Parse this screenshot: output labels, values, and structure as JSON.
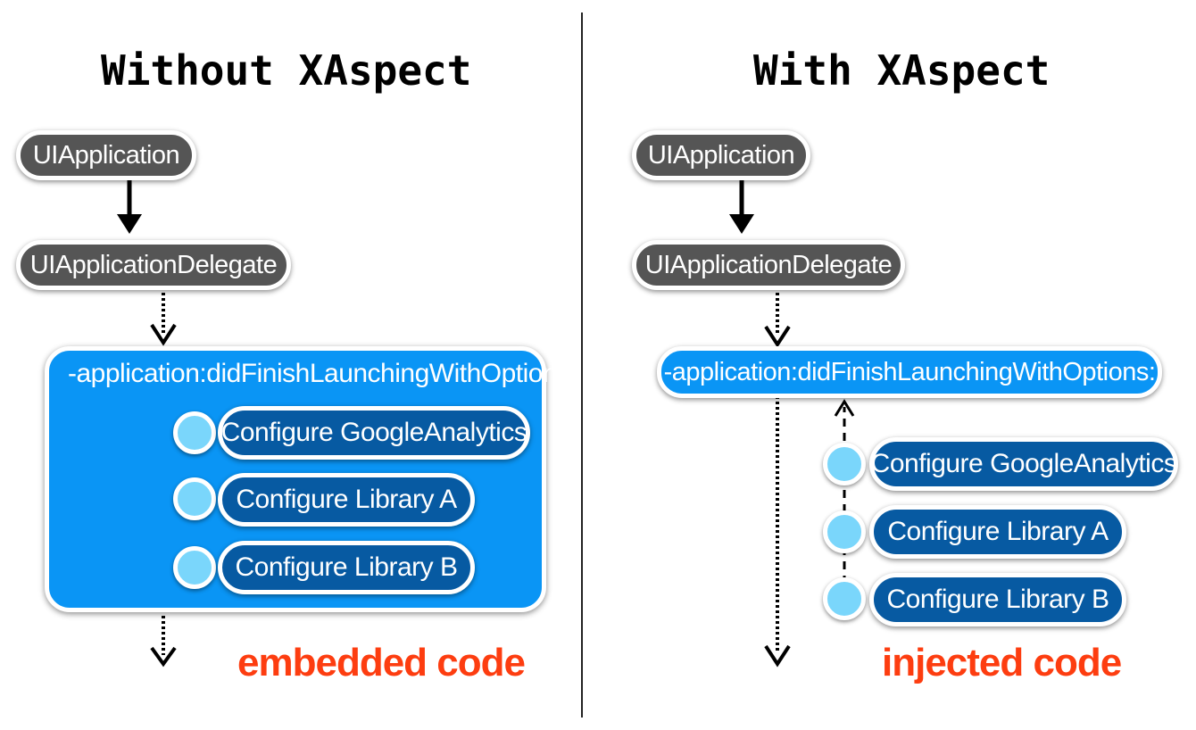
{
  "left": {
    "title": "Without XAspect",
    "nodes": {
      "app": "UIApplication",
      "delegate": "UIApplicationDelegate",
      "method": "-application:didFinishLaunchingWithOptions:"
    },
    "steps": [
      "Configure GoogleAnalytics",
      "Configure Library A",
      "Configure Library B"
    ],
    "caption": "embedded code"
  },
  "right": {
    "title": "With XAspect",
    "nodes": {
      "app": "UIApplication",
      "delegate": "UIApplicationDelegate",
      "method": "-application:didFinishLaunchingWithOptions:"
    },
    "steps": [
      "Configure GoogleAnalytics",
      "Configure Library A",
      "Configure Library B"
    ],
    "caption": "injected code"
  },
  "colors": {
    "node_gray": "#555555",
    "method_blue": "#0a95f5",
    "step_navy": "#075aa2",
    "dot_light_blue": "#7ad6fb",
    "caption_orange": "#fd3d10"
  }
}
